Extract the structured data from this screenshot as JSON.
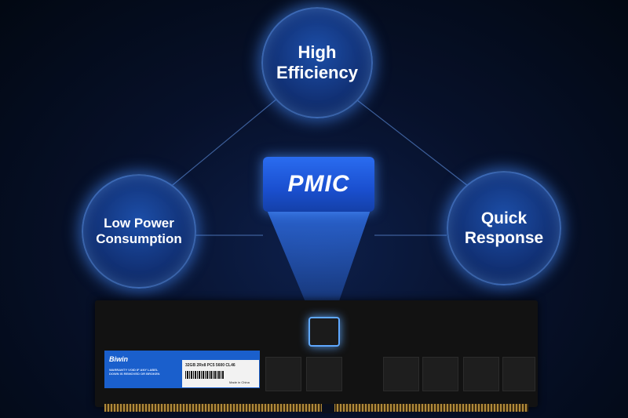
{
  "features": {
    "top": "High\nEfficiency",
    "left": "Low Power\nConsumption",
    "right": "Quick\nResponse"
  },
  "center_label": "PMIC",
  "module": {
    "brand": "Biwin",
    "label_fine": "WARRANTY VOID IF ANY LABEL\nDOWN IS REMOVED OR BROKEN",
    "spec": "32GB 2Rx8 PC5 5600 CL46",
    "origin": "Made in China"
  },
  "colors": {
    "accent": "#1a5fcc",
    "glow": "#5fa8ff",
    "background": "#07112b"
  }
}
